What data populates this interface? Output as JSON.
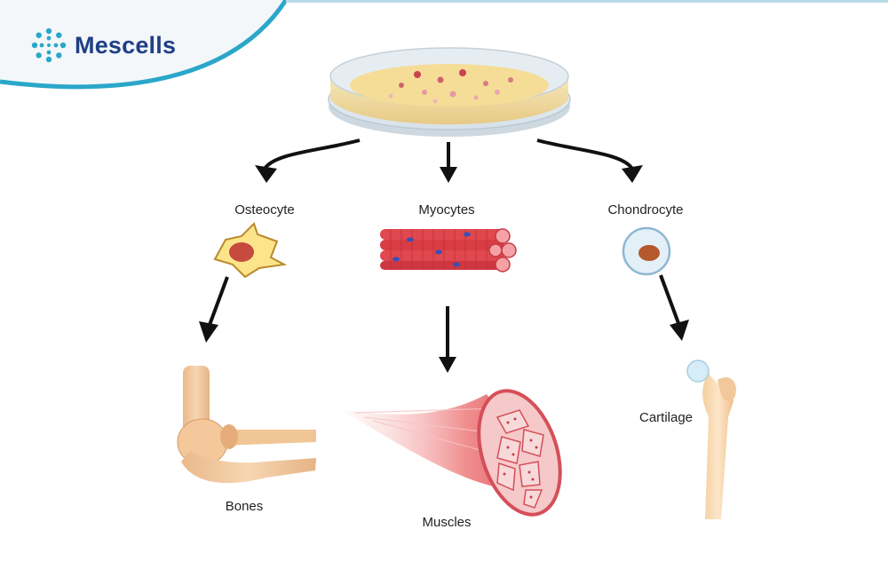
{
  "brand": {
    "name": "Mescells",
    "logo_icon": "cell-cluster-icon",
    "color": "#1f3f86",
    "accent": "#2aa7c9"
  },
  "stages": {
    "cells": [
      {
        "label": "Osteocyte"
      },
      {
        "label": "Myocytes"
      },
      {
        "label": "Chondrocyte"
      }
    ],
    "tissues": [
      {
        "label": "Bones"
      },
      {
        "label": "Muscles"
      },
      {
        "label": "Cartilage"
      }
    ]
  }
}
